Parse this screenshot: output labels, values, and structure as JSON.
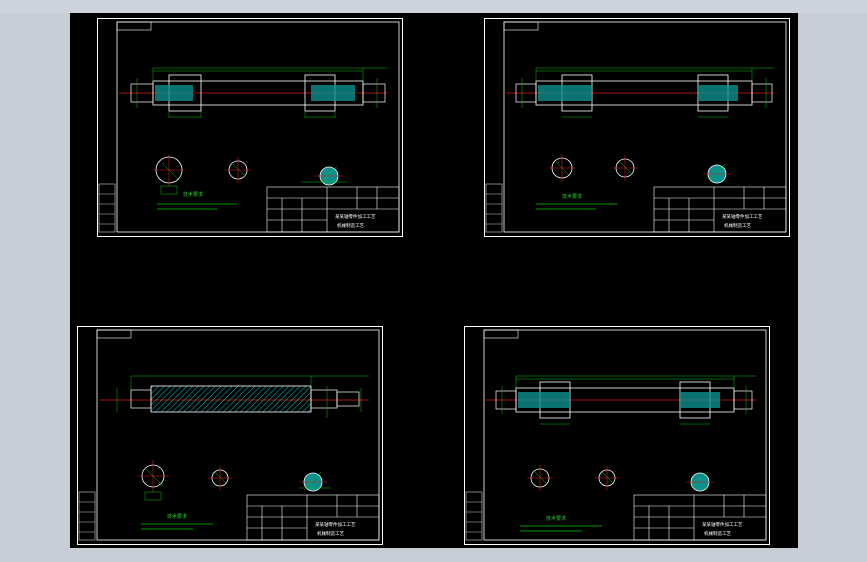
{
  "app": {
    "background_color": "#000000",
    "frame_color": "#ffffff",
    "accent_green": "#00c800",
    "accent_red": "#e01818",
    "accent_cyan": "#00d0d0"
  },
  "sheets": [
    {
      "variant": "hollow",
      "notes_title": "技术要求",
      "title_block": {
        "name_line1": "某某轴零件加工工艺",
        "name_line2": "机械制造工艺"
      }
    },
    {
      "variant": "hollow",
      "notes_title": "技术要求",
      "title_block": {
        "name_line1": "某某轴零件加工工艺",
        "name_line2": "机械制造工艺"
      }
    },
    {
      "variant": "hatched",
      "notes_title": "技术要求",
      "title_block": {
        "name_line1": "某某轴零件加工工艺",
        "name_line2": "机械制造工艺"
      }
    },
    {
      "variant": "hollow",
      "notes_title": "技术要求",
      "title_block": {
        "name_line1": "某某轴零件加工工艺",
        "name_line2": "机械制造工艺"
      }
    }
  ]
}
